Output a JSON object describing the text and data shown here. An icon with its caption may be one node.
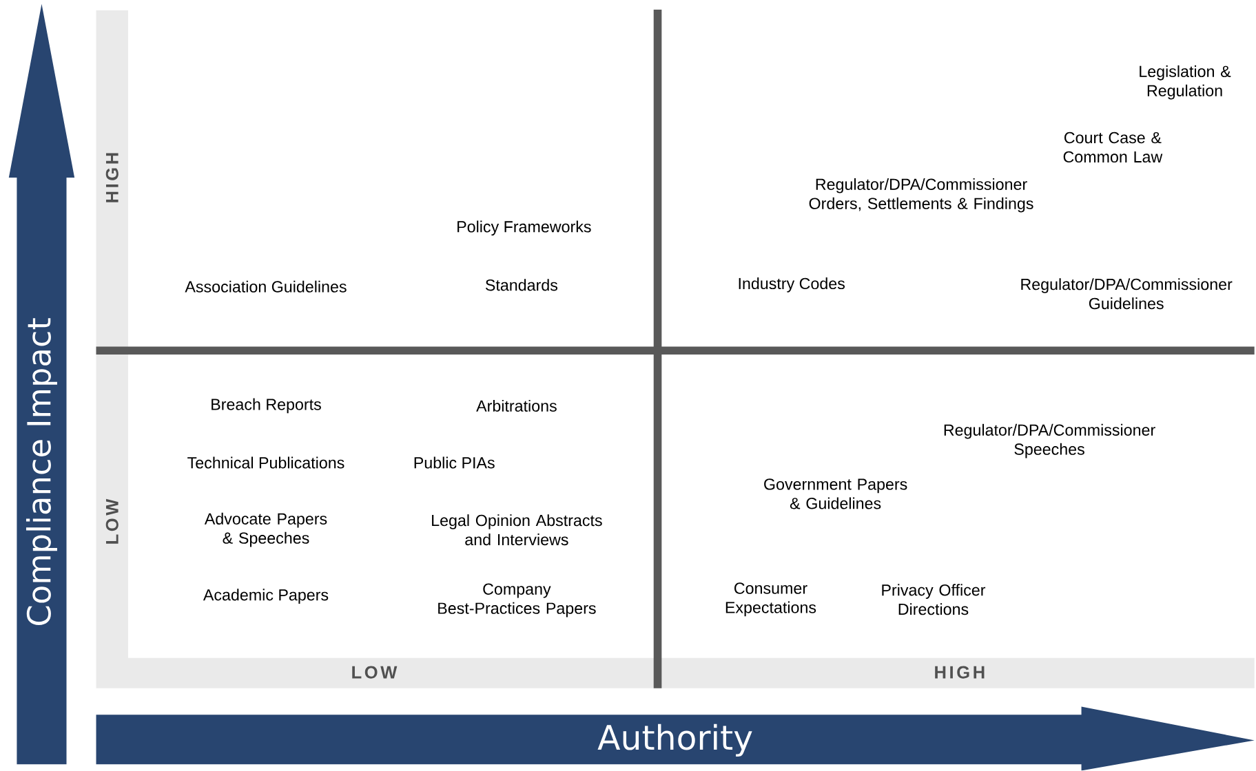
{
  "diagram": {
    "labels": [
      "Legislation & Regulation",
      "Court Case & Common Law",
      "Regulator/DPA/Commissioner Orders, Settlements & Findings",
      "HIGH",
      "Policy Frameworks",
      "Association Guidelines",
      "Standards",
      "Industry Codes",
      "Regulator/DPA/Commissioner Guidelines",
      "Breach Reports",
      "Arbitrations",
      "Regulator/DPA/Commissioner Speeches",
      "Technical Publications",
      "Public PIAs",
      "Government Papers & Guidelines",
      "LOW",
      "Advocate Papers & Speeches",
      "Legal Opinion Abstracts and Interviews",
      "Academic Papers",
      "Company Best-Practices Papers",
      "Consumer Expectations",
      "Privacy Officer Directions",
      "LOW",
      "HIGH",
      "Compliance Impact",
      "Authority"
    ]
  }
}
